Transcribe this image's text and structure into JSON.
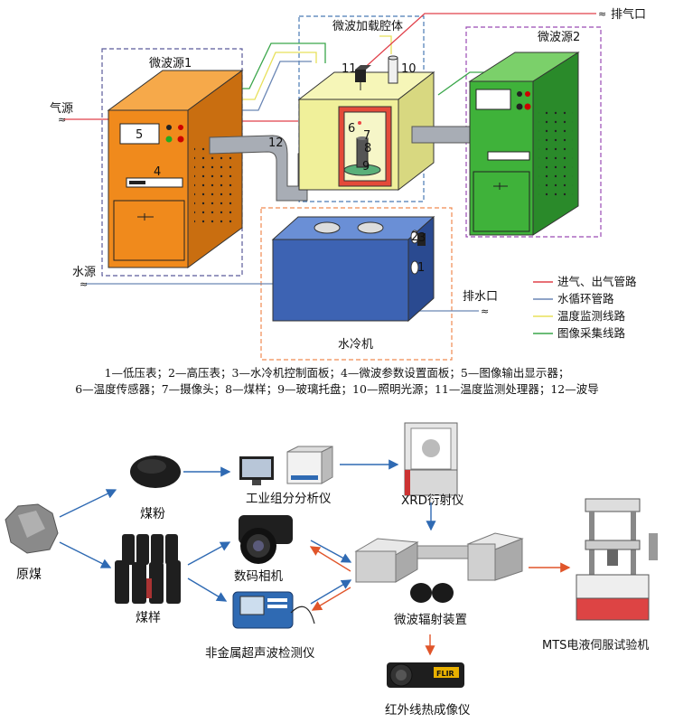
{
  "colors": {
    "gas_line": "#e0404a",
    "water_line": "#6a86b5",
    "temp_line": "#e8e05a",
    "image_line": "#3aa64a",
    "source1_box": "#f08a1c",
    "source2_box": "#3fb23a",
    "chiller_box": "#3d63b3",
    "cavity_box": "#f0f09a",
    "arrow_blue": "#2f6ab3",
    "arrow_red": "#e0552a"
  },
  "top": {
    "source1_label": "微波源1",
    "source2_label": "微波源2",
    "cavity_label": "微波加载腔体",
    "chiller_label": "水冷机",
    "gas_source": "气源",
    "water_source": "水源",
    "gas_outlet": "排气口",
    "water_outlet": "排水口",
    "numbers": {
      "n1": "1",
      "n2": "2",
      "n3": "3",
      "n4": "4",
      "n5": "5",
      "n6": "6",
      "n7": "7",
      "n8": "8",
      "n9": "9",
      "n10": "10",
      "n11": "11",
      "n12": "12"
    },
    "legend": [
      "进气、出气管路",
      "水循环管路",
      "温度监测线路",
      "图像采集线路"
    ],
    "caption_line1": "1—低压表；2—高压表；3—水冷机控制面板；4—微波参数设置面板；5—图像输出显示器；",
    "caption_line2": "6—温度传感器；7—摄像头；8—煤样；9—玻璃托盘；10—照明光源；11—温度监测处理器；12—波导"
  },
  "bottom": {
    "raw_coal": "原煤",
    "coal_powder": "煤粉",
    "coal_sample": "煤样",
    "proximate_analyzer": "工业组分分析仪",
    "xrd": "XRD衍射仪",
    "camera": "数码相机",
    "ultrasonic": "非金属超声波检测仪",
    "microwave_device": "微波辐射装置",
    "mts": "MTS电液伺服试验机",
    "infrared": "红外线热成像仪",
    "flir_logo": "FLIR"
  }
}
